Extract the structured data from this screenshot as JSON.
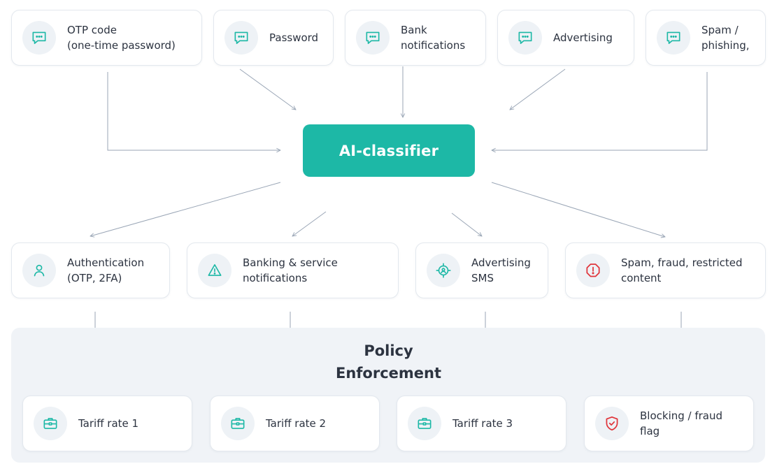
{
  "colors": {
    "accent": "#1db8a6",
    "danger": "#e0353b",
    "arrow": "#9aa6b6",
    "panel": "#f0f3f7"
  },
  "sources": [
    {
      "label": "OTP code\n(one-time password)",
      "icon": "message-icon"
    },
    {
      "label": "Password",
      "icon": "message-icon"
    },
    {
      "label": "Bank\nnotifications",
      "icon": "message-icon"
    },
    {
      "label": "Advertising",
      "icon": "message-icon"
    },
    {
      "label": "Spam /\nphishing,",
      "icon": "message-icon"
    }
  ],
  "classifier": {
    "label": "AI-classifier"
  },
  "categories": [
    {
      "label": "Authentication\n(OTP, 2FA)",
      "icon": "user-icon"
    },
    {
      "label": "Banking & service\nnotifications",
      "icon": "warning-icon"
    },
    {
      "label": "Advertising\nSMS",
      "icon": "target-icon"
    },
    {
      "label": "Spam, fraud, restricted\ncontent",
      "icon": "stop-alert-icon"
    }
  ],
  "policy": {
    "title": "Policy\nEnforcement"
  },
  "outcomes": [
    {
      "label": "Tariff rate 1",
      "icon": "briefcase-icon"
    },
    {
      "label": "Tariff rate 2",
      "icon": "briefcase-icon"
    },
    {
      "label": "Tariff rate 3",
      "icon": "briefcase-icon"
    },
    {
      "label": "Blocking / fraud\nflag",
      "icon": "shield-check-icon"
    }
  ]
}
